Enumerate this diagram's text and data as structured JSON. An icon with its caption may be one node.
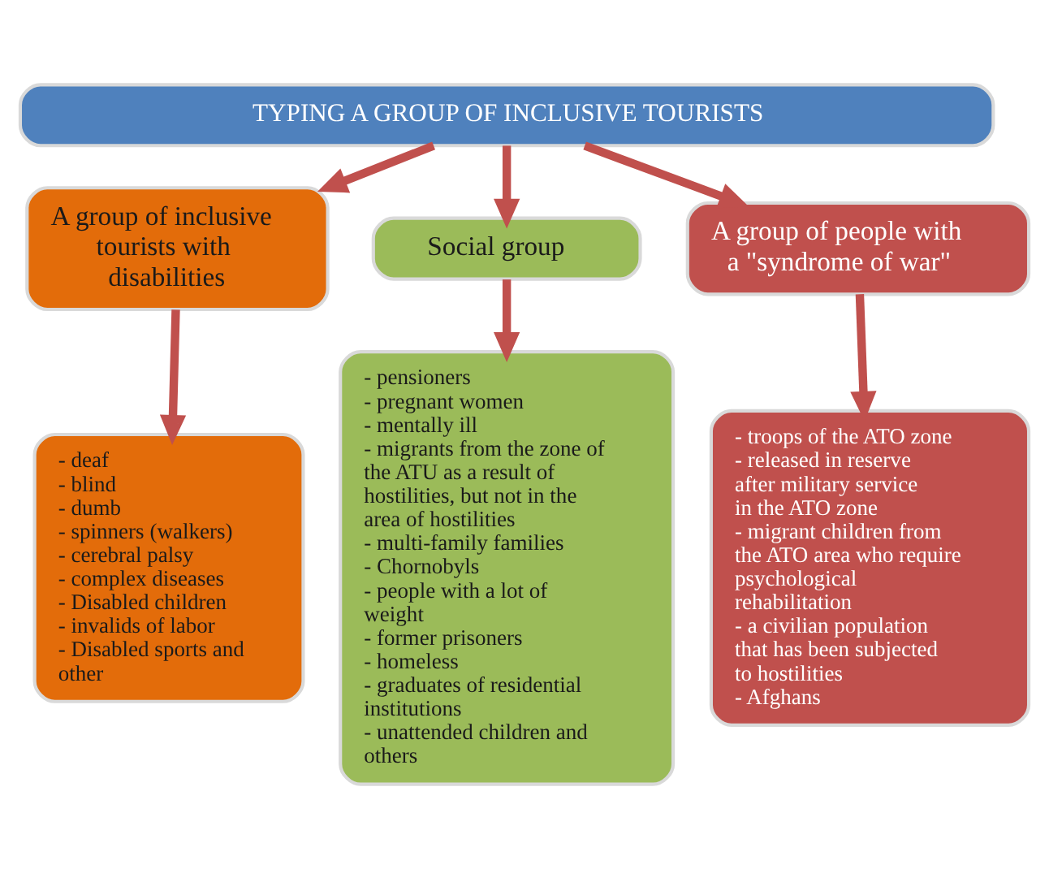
{
  "diagram": {
    "nodes": [
      {
        "text": [
          "TYPING A GROUP OF INCLUSIVE TOURISTS"
        ]
      },
      {
        "text": [
          "A group of inclusive tourists with disabilities"
        ]
      },
      {
        "text": [
          "Social group"
        ]
      },
      {
        "text": [
          "A group of people with a \"syndrome of war\""
        ]
      },
      {
        "text": [
          "- deaf",
          "- blind",
          "- dumb",
          "- spinners (walkers)",
          "- cerebral palsy",
          "- complex diseases",
          "- Disabled children",
          "- invalids of labor",
          "- Disabled sports and other"
        ]
      },
      {
        "text": [
          "- pensioners",
          "- pregnant women",
          "- mentally ill",
          "- migrants from the zone of the ATU as a result of hostilities, but not in the area of hostilities",
          "- multi-family families",
          "- Chornobyls",
          "- people with a lot of weight",
          "- former prisoners",
          "- homeless",
          "- graduates of residential institutions",
          "- unattended children and others"
        ]
      },
      {
        "text": [
          "- troops of the ATO zone",
          "- released in reserve after military service in the ATO zone",
          "- migrant children from the ATO area who require psychological rehabilitation",
          "- a civilian population that has been subjected to hostilities",
          "- Afghans"
        ]
      }
    ],
    "edges": [
      {
        "from": 0,
        "to": 1,
        "arrow": "to"
      },
      {
        "from": 0,
        "to": 2,
        "arrow": "to"
      },
      {
        "from": 0,
        "to": 3,
        "arrow": "to"
      },
      {
        "from": 1,
        "to": 4,
        "arrow": "to"
      },
      {
        "from": 2,
        "to": 5,
        "arrow": "to"
      },
      {
        "from": 3,
        "to": 6,
        "arrow": "to"
      }
    ]
  }
}
